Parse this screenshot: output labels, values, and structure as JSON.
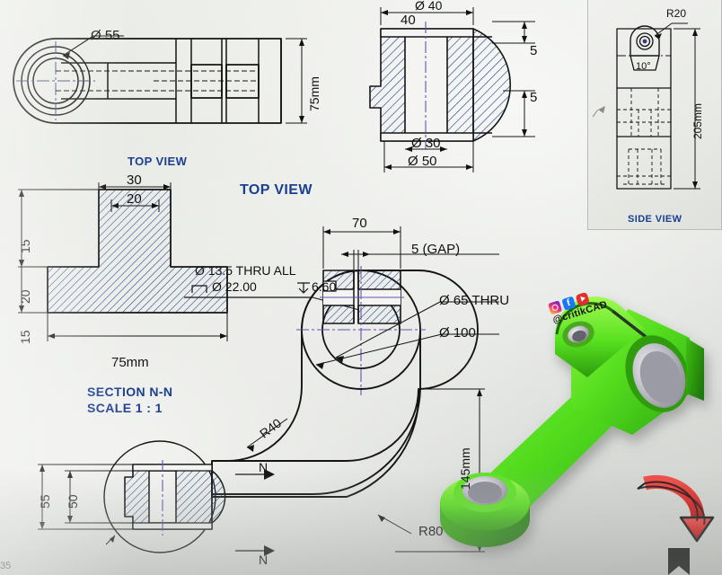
{
  "document": {
    "kind": "engineering-drawing",
    "background_color": "#e9ebe7",
    "line_color": "#141414",
    "hatch_color": "#1d3f8f",
    "label_color": "#1b3f8f",
    "model_color": "#4ade22",
    "arrow_color": "#d81b1b"
  },
  "views": {
    "top_view_left": {
      "label": "TOP VIEW",
      "dims": {
        "bore_dia": "Ø 55",
        "width": "75mm"
      }
    },
    "top_view_center": {
      "label": "TOP VIEW",
      "dims": {
        "flange_dia": "Ø 40",
        "flange_len": "40",
        "step_upper": "5",
        "step_lower": "5",
        "bore_dia": "Ø 30",
        "outer_dia": "Ø 50"
      }
    },
    "side_view": {
      "label": "SIDE VIEW",
      "dims": {
        "radius": "R20",
        "angle": "10°",
        "height": "205mm"
      }
    },
    "section_nn": {
      "label_line1": "SECTION N-N",
      "label_line2": "SCALE 1 : 1",
      "dims": {
        "top_width": "30",
        "rib_width": "20",
        "h_top": "15",
        "h_mid": "20",
        "h_base": "15",
        "base_width": "75mm"
      },
      "callout_line1": "Ø 13.5 THRU ALL",
      "callout_line2": "Ø 22.00",
      "callout_depth": "6.60"
    },
    "front_view": {
      "dims": {
        "hub_width": "70",
        "gap": "5 (GAP)",
        "bore_thru": "Ø 65 THRU",
        "hub_outer": "Ø 100",
        "height": "145mm",
        "fillet_small": "R40",
        "fillet_large": "R80",
        "boss_outer": "55",
        "boss_inner": "50"
      },
      "section_marks": [
        "N",
        "N"
      ]
    }
  },
  "watermark": {
    "handle": "@critikCAD",
    "icons": [
      "instagram-icon",
      "facebook-icon",
      "youtube-icon"
    ]
  },
  "page_number": "35"
}
